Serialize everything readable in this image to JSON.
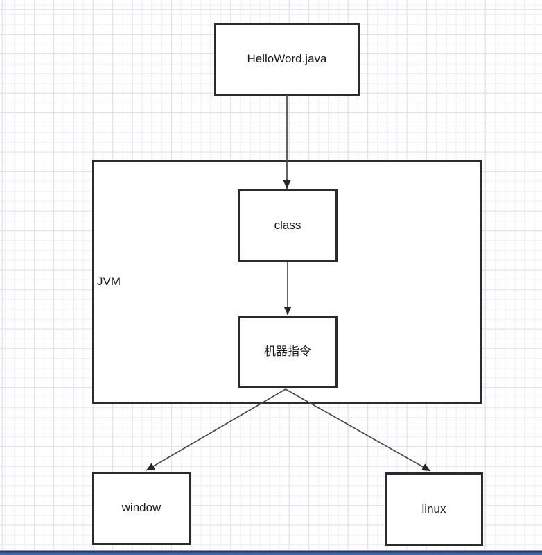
{
  "diagram": {
    "nodes": {
      "helloword": {
        "label": "HelloWord.java"
      },
      "jvm": {
        "label": "JVM"
      },
      "class": {
        "label": "class"
      },
      "machine_instructions": {
        "label": "机器指令"
      },
      "window_os": {
        "label": "window"
      },
      "linux_os": {
        "label": "linux"
      }
    },
    "edges": [
      {
        "from": "helloword",
        "to": "class"
      },
      {
        "from": "class",
        "to": "machine_instructions"
      },
      {
        "from": "machine_instructions",
        "to": "window_os"
      },
      {
        "from": "machine_instructions",
        "to": "linux_os"
      }
    ],
    "colors": {
      "node_fill": "#ffffff",
      "node_border": "#2b2b2b",
      "edge_stroke": "#474747",
      "arrowhead_fill": "#262626",
      "grid_minor": "#f0eefc",
      "grid_major": "#e2def7",
      "canvas_bg": "#ffffff",
      "bottom_bar_dark": "#1e3c78",
      "bottom_bar_light": "#4161a9"
    }
  }
}
